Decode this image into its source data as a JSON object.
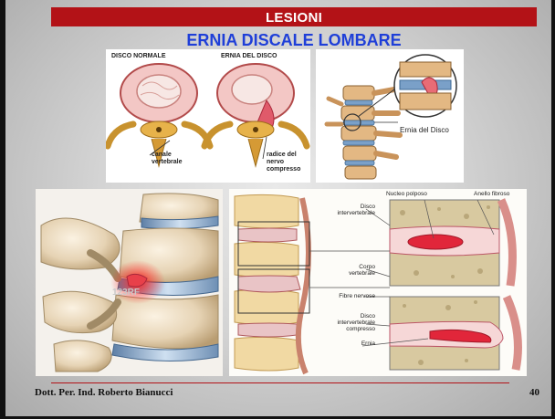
{
  "slide": {
    "section_title": "LESIONI",
    "main_title": "ERNIA DISCALE LOMBARE",
    "footer_author": "Dott. Per. Ind. Roberto Bianucci",
    "page_number": "40"
  },
  "panel_disco": {
    "label_normale": "DISCO NORMALE",
    "label_ernia": "ERNIA DEL DISCO",
    "label_canale_1": "canale",
    "label_canale_2": "vertebrale",
    "label_radice_1": "radice del",
    "label_radice_2": "nervo",
    "label_radice_3": "compresso"
  },
  "panel_spine": {
    "label_ernia": "Ernia del Disco"
  },
  "panel_closeup": {
    "watermark": "123RF"
  },
  "panel_diagram": {
    "nucleo": "Nucleo polposo",
    "anello": "Anello fibroso",
    "disco_1": "Disco",
    "disco_2": "intervertebrale",
    "corpo_1": "Corpo",
    "corpo_2": "vertebrale",
    "fibre": "Fibre nervose",
    "compresso_1": "Disco",
    "compresso_2": "intervertebrale",
    "compresso_3": "compresso",
    "ernia": "Ernia"
  },
  "colors": {
    "red_bar": "#b31217",
    "title_blue": "#1f3fd8"
  }
}
